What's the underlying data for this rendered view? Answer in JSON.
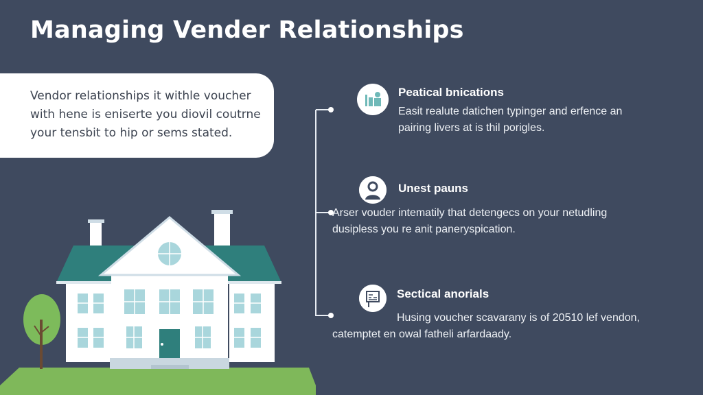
{
  "header": {
    "title": "Managing Vender Relationships"
  },
  "intro": {
    "lines": [
      "Vendor relationships it withle voucher",
      "with hene is eniserte you diovil coutrne",
      "your tensbit to hip or sems stated."
    ]
  },
  "items": [
    {
      "icon": "people-chart-icon",
      "title": "Peatical bnications",
      "lines": [
        "Easit realute datichen typinger and erfence an",
        "pairing livers at is thil porigles."
      ]
    },
    {
      "icon": "user-icon",
      "title": "Unest pauns",
      "lines": [
        "Arser vouder intematily that detengecs on your netudling",
        "dusipless you re anit paneryspication."
      ]
    },
    {
      "icon": "document-sign-icon",
      "title": "Sectical anorials",
      "lines": [
        "Husing voucher scavarany is of 20510 lef vendon,",
        "catemptet en owal fatheli arfardaady."
      ]
    }
  ],
  "colors": {
    "background": "#3f4a5f",
    "accent_teal": "#2f7f7c",
    "icon_teal": "#6fb9b8",
    "window": "#a9d6dc",
    "grass": "#7fb85a",
    "tree": "#7dbb5b"
  }
}
